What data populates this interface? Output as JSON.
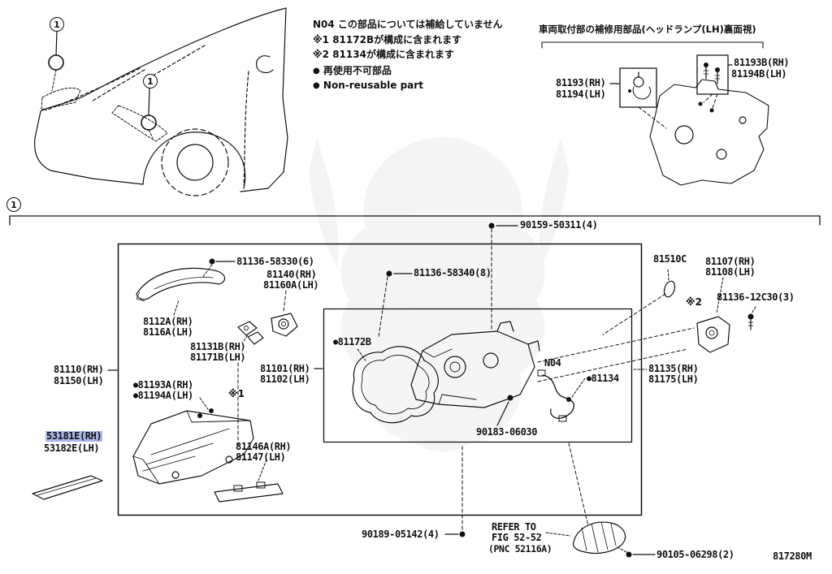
{
  "colors": {
    "highlight": "#a9b6e9",
    "ink": "#111111"
  },
  "callout": "1",
  "bullet": "●",
  "notes": {
    "n04_note": "N04 この部品については補給していません",
    "note1": "※1 81172Bが構成に含まれます",
    "note2": "※2 81134が構成に含まれます",
    "nonreusable_jp": "再使用不可部品",
    "nonreusable_en": "Non-reusable part"
  },
  "inset": {
    "title": "車両取付部の補修用部品(ヘッドランプ(LH)裏面視)",
    "l81193": "81193(RH)",
    "l81194": "81194(LH)",
    "l81193b": "81193B(RH)",
    "l81194b": "81194B(LH)"
  },
  "parts": {
    "p90159": "90159-50311(4)",
    "p81136_58330": "81136-58330(6)",
    "p81140": "81140(RH)",
    "p81160a": "81160A(LH)",
    "p81136_58340": "81136-58340(8)",
    "p81510c": "81510C",
    "p81107": "81107(RH)",
    "p81108": "81108(LH)",
    "p8112a": "8112A(RH)",
    "p8116a": "8116A(LH)",
    "p81131b": "81131B(RH)",
    "p81171b": "81171B(LH)",
    "p81172b": "81172B",
    "ref2": "※2",
    "p81136_12c30": "81136-12C30(3)",
    "p81110": "81110(RH)",
    "p81150": "81150(LH)",
    "p81193a": "81193A(RH)",
    "p81194a": "81194A(LH)",
    "ref1": "※1",
    "p81101": "81101(RH)",
    "p81102": "81102(LH)",
    "n04": "N04",
    "p81134": "81134",
    "p81135": "81135(RH)",
    "p81175": "81175(LH)",
    "p90183": "90183-06030",
    "p53181e": "53181E(RH)",
    "p53182e": "53182E(LH)",
    "p81146a": "81146A(RH)",
    "p81147": "81147(LH)",
    "p90189": "90189-05142(4)",
    "refer1": "REFER TO",
    "refer2": "FIG 52-52",
    "refer3": "(PNC 52116A)",
    "p90105": "90105-06298(2)",
    "drawing_no": "817280M"
  }
}
